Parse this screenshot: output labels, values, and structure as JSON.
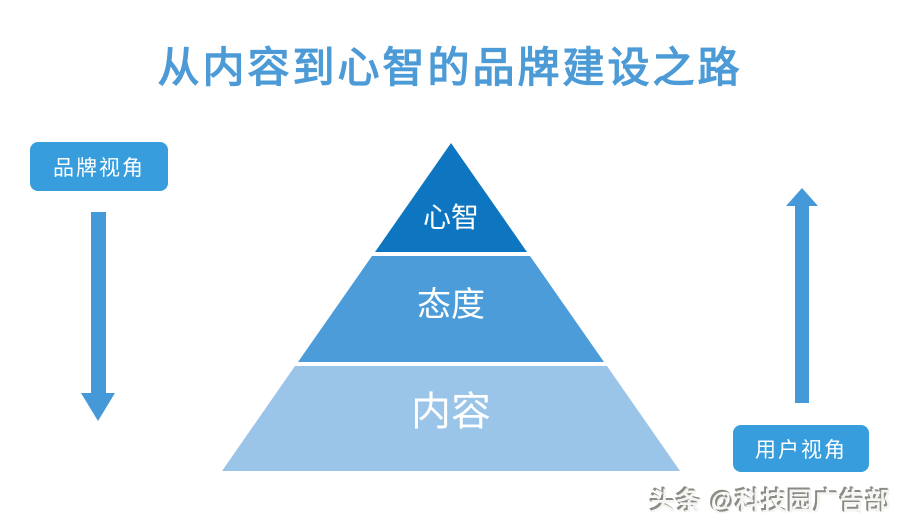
{
  "title": "从内容到心智的品牌建设之路",
  "pyramid": {
    "layers": [
      {
        "label": "心智",
        "color": "#0E76C1"
      },
      {
        "label": "态度",
        "color": "#4C9CD9"
      },
      {
        "label": "内容",
        "color": "#9AC4E8"
      }
    ]
  },
  "annotations": {
    "left": {
      "label": "品牌视角",
      "arrow_direction": "down"
    },
    "right": {
      "label": "用户视角",
      "arrow_direction": "up"
    }
  },
  "watermark": "头条 @科技园广告部",
  "colors": {
    "title": "#4C9BD6",
    "badge": "#379DDC",
    "arrow": "#4599D8",
    "layer_text": "#FFFFFF"
  },
  "chart_data": {
    "type": "pyramid-diagram",
    "title": "从内容到心智的品牌建设之路",
    "levels_top_to_bottom": [
      "心智",
      "态度",
      "内容"
    ],
    "left_axis": {
      "label": "品牌视角",
      "direction": "top-to-bottom"
    },
    "right_axis": {
      "label": "用户视角",
      "direction": "bottom-to-top"
    }
  }
}
